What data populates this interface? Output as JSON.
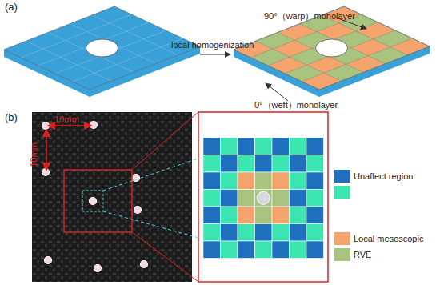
{
  "diagram": {
    "labels": [
      "(a)",
      "local homogenization",
      "90°（warp）monolayer",
      "0°（weft）monolayer",
      "(b)",
      "10mm",
      "10mm"
    ],
    "legend": [
      {
        "text": "Unaffect region",
        "color": "#1f6fbf"
      },
      {
        "text": "Local mesoscopic",
        "color": "#f4a46c"
      },
      {
        "text": "RVE",
        "color": "#a9c47f"
      }
    ]
  }
}
